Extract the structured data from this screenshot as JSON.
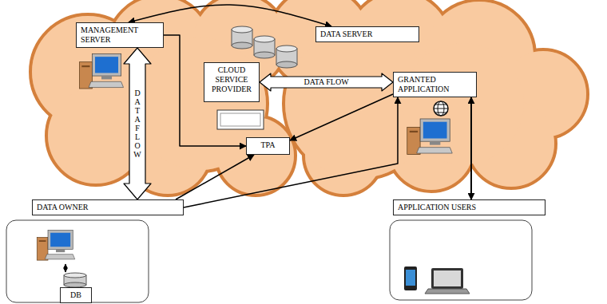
{
  "diagram": {
    "nodes": [
      {
        "text": [
          "MANAGEMENT SERVER"
        ]
      },
      {
        "text": [
          "DATA SERVER"
        ]
      },
      {
        "text": [
          "CLOUD SERVICE PROVIDER"
        ]
      },
      {
        "text": [
          "GRANTED APPLICATION"
        ]
      },
      {
        "text": [
          "TPA"
        ]
      },
      {
        "text": [
          "DATA OWNER"
        ]
      },
      {
        "text": [
          "DB"
        ]
      },
      {
        "text": [
          "APPLICATION USERS"
        ]
      }
    ],
    "edges": [
      {
        "from": 0,
        "to": 1,
        "arrow": "both"
      },
      {
        "from": 0,
        "to": 4,
        "arrow": "to"
      },
      {
        "from": 2,
        "to": 3,
        "label": "DATA FLOW",
        "arrow": "both"
      },
      {
        "from": 3,
        "to": 4,
        "arrow": "to"
      },
      {
        "from": 5,
        "to": 0,
        "label": "DATA FLOW",
        "arrow": "both"
      },
      {
        "from": 5,
        "to": 4,
        "arrow": "to"
      },
      {
        "from": 5,
        "to": 3,
        "arrow": "to"
      },
      {
        "from": 7,
        "to": 3,
        "arrow": "both"
      }
    ]
  }
}
